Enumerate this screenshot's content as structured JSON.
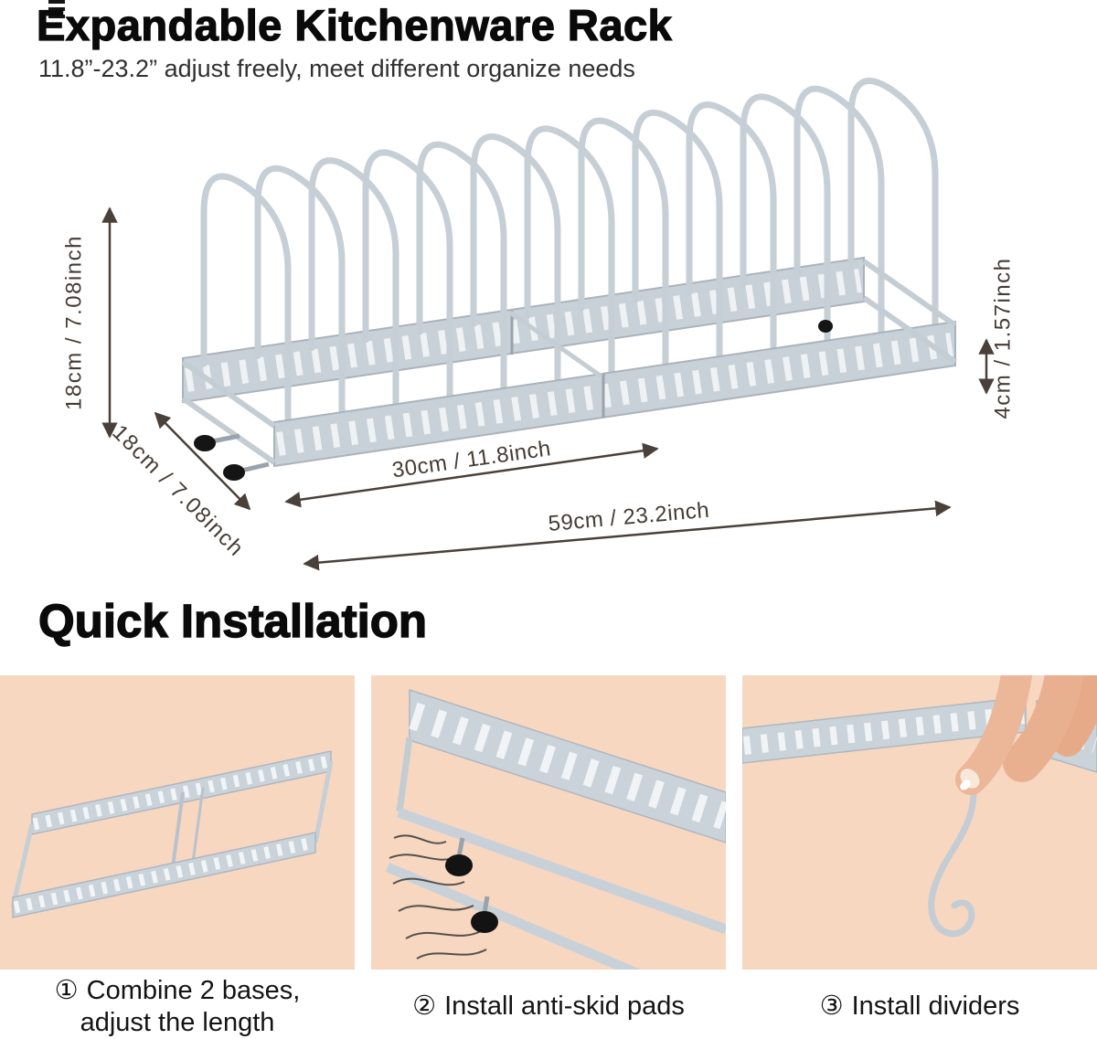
{
  "header": {
    "title": "Expandable Kitchenware Rack",
    "subtitle": "11.8”-23.2” adjust freely, meet different organize needs"
  },
  "diagram": {
    "height_label": "18cm / 7.08inch",
    "depth_label": "18cm / 7.08inch",
    "single_base_width_label": "30cm / 11.8inch",
    "expanded_width_label": "59cm / 23.2inch",
    "base_height_label": "4cm / 1.57inch"
  },
  "installation": {
    "title": "Quick Installation",
    "steps": [
      {
        "number": "①",
        "line1": "Combine 2 bases,",
        "line2": "adjust the length"
      },
      {
        "number": "②",
        "line1": "Install anti-skid pads",
        "line2": ""
      },
      {
        "number": "③",
        "line1": "Install dividers",
        "line2": ""
      }
    ]
  },
  "colors": {
    "panel_background": "#f7d7c0",
    "rack_gray": "#c9d1d8",
    "dimension_color": "#4a403a"
  }
}
